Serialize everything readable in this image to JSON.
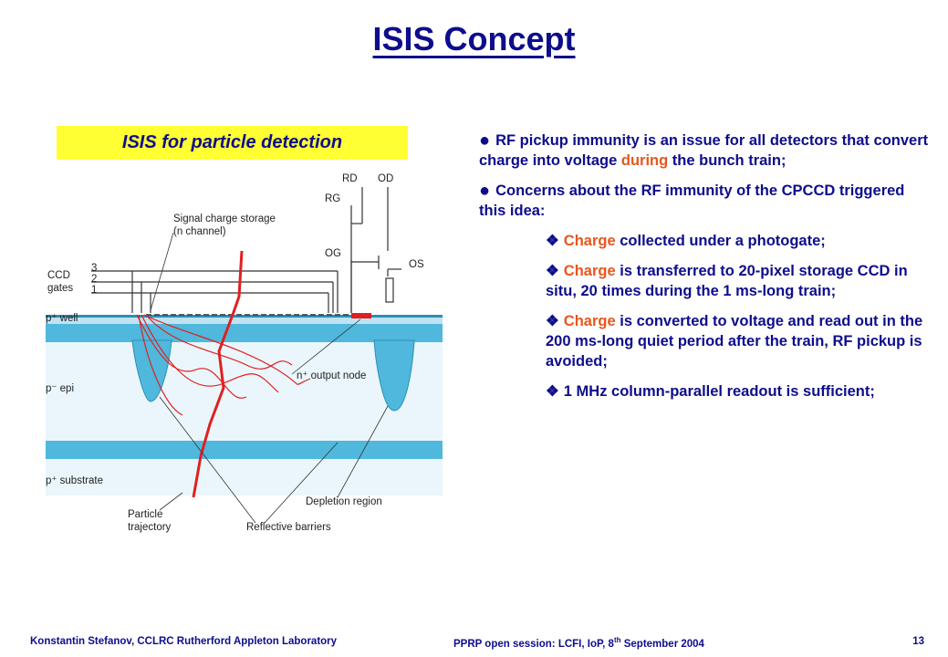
{
  "slide": {
    "title": "ISIS Concept",
    "banner": "ISIS for particle detection"
  },
  "figure": {
    "labels": {
      "rd": "RD",
      "od": "OD",
      "rg": "RG",
      "og": "OG",
      "os": "OS",
      "signal_storage_1": "Signal charge storage",
      "signal_storage_2": "(n channel)",
      "ccd_gates_1": "CCD",
      "ccd_gates_2": "gates",
      "gate3": "3",
      "gate2": "2",
      "gate1": "1",
      "p_well": "p⁺ well",
      "p_epi": "p⁻ epi",
      "n_output": "n⁺ output node",
      "p_substrate": "p⁺ substrate",
      "depletion": "Depletion region",
      "particle_1": "Particle",
      "particle_2": "trajectory",
      "reflective": "Reflective barriers"
    }
  },
  "bullets": {
    "b1": {
      "text": "RF pickup immunity is an issue for all detectors that convert charge into voltage ",
      "highlight": "during",
      "rest": " the bunch train;"
    },
    "b2": {
      "text": "Concerns about the RF immunity of the CPCCD triggered this idea:"
    },
    "s1": {
      "highlight": "Charge",
      "text": " collected under a photogate;"
    },
    "s2": {
      "highlight": "Charge",
      "text": " is transferred to 20-pixel storage CCD in situ, 20 times during the 1 ms-long train;"
    },
    "s3": {
      "highlight": "Charge",
      "text": " is converted to voltage and read out in the 200 ms-long quiet period after the train, RF pickup is avoided;"
    },
    "s4": {
      "text": "1 MHz column-parallel readout is sufficient;"
    }
  },
  "footer": {
    "left": "Konstantin  Stefanov,  CCLRC Rutherford  Appleton Laboratory",
    "middle": "PPRP open session: LCFI, IoP, 8",
    "middle_sup": "th",
    "middle_rest": " September 2004",
    "page": "13"
  },
  "colors": {
    "title": "#0d0d8c",
    "highlight": "#e8561e",
    "banner_bg": "#ffff33",
    "silicon": "#4fb8dc",
    "trajectory": "#e02020"
  }
}
